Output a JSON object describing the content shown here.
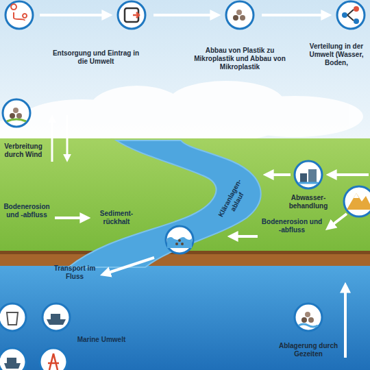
{
  "diagram": {
    "nodes": [
      {
        "text": [
          "Entsorgung und Eintrag in die Umwelt"
        ]
      },
      {
        "text": [
          "Abbau von Plastik zu Mikroplastik und Abbau von Mikroplastik"
        ]
      },
      {
        "text": [
          "Verteilung in der Umwelt (Wasser, Boden,"
        ]
      },
      {
        "text": [
          "Verbreitung durch Wind"
        ]
      },
      {
        "text": [
          "Abwasser- behandlung"
        ]
      },
      {
        "text": [
          "Ablagerung durch Gezeiten"
        ]
      }
    ],
    "edges": [
      {
        "from": 0,
        "to": 1,
        "arrow": "to"
      },
      {
        "from": 1,
        "to": 2,
        "arrow": "to"
      }
    ],
    "labels": [
      "Bodenerosion und -abfluss",
      "Sediment- rückhalt",
      "Kläranlagen- ablauf",
      "Transport im Fluss",
      "Bodenerosion und -abfluss",
      "Marine Umwelt"
    ]
  }
}
